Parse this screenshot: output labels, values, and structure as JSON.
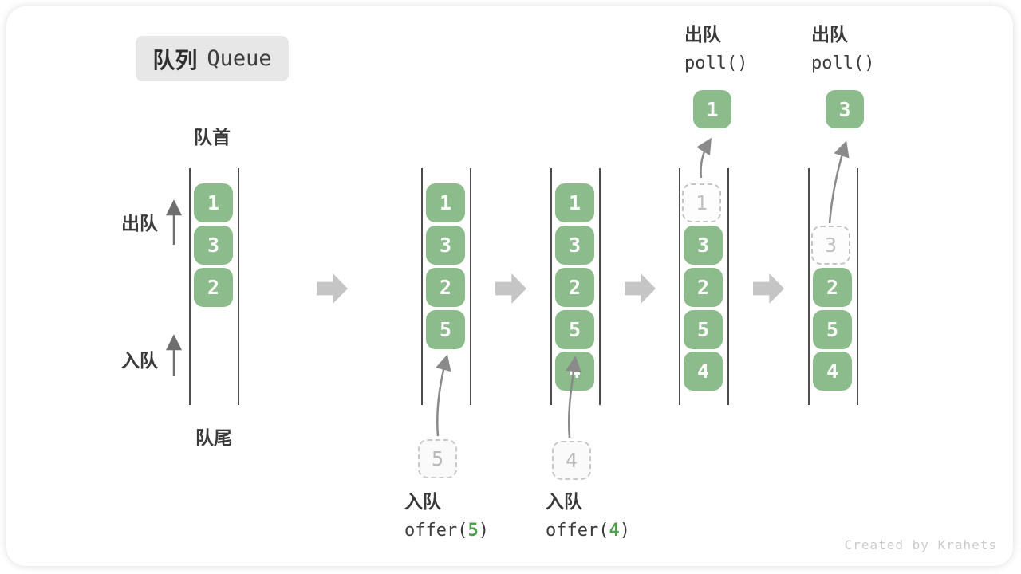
{
  "title": {
    "zh": "队列",
    "en": "Queue"
  },
  "labels": {
    "front": "队首",
    "rear": "队尾",
    "dequeue": "出队",
    "enqueue": "入队"
  },
  "queues": {
    "q1": {
      "s1": "1",
      "s2": "3",
      "s3": "2"
    },
    "q2": {
      "s1": "1",
      "s2": "3",
      "s3": "2",
      "s4": "5",
      "incoming": "5"
    },
    "q3": {
      "s1": "1",
      "s2": "3",
      "s3": "2",
      "s4": "5",
      "s5": "4",
      "incoming": "4"
    },
    "q4": {
      "ghost": "1",
      "s2": "3",
      "s3": "2",
      "s4": "5",
      "s5": "4",
      "popped": "1"
    },
    "q5": {
      "ghost": "3",
      "s3": "2",
      "s4": "5",
      "s5": "4",
      "popped": "3"
    }
  },
  "captions": {
    "enqueue5": {
      "label": "入队",
      "pre": "offer(",
      "arg": "5",
      "post": ")"
    },
    "enqueue4": {
      "label": "入队",
      "pre": "offer(",
      "arg": "4",
      "post": ")"
    },
    "poll_a": {
      "label": "出队",
      "code": "poll()"
    },
    "poll_b": {
      "label": "出队",
      "code": "poll()"
    }
  },
  "credit": "Created by Krahets",
  "colors": {
    "box_green": "#8CBC8C",
    "arg_green": "#4E9E4E",
    "block_arrow_gray": "#C5C5C5",
    "ghost_gray": "#C4C4C4"
  }
}
